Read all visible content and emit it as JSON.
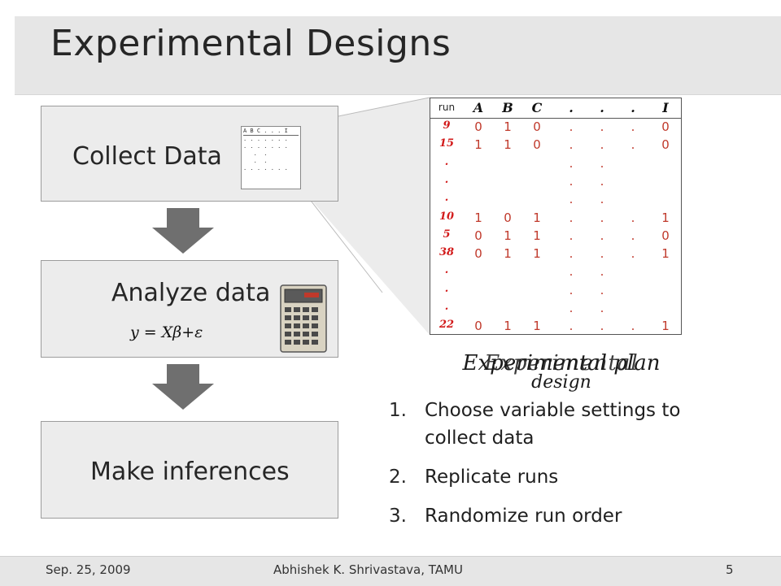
{
  "slide": {
    "title": "Experimental Designs",
    "boxes": {
      "collect": "Collect Data",
      "analyze": "Analyze data",
      "infer": "Make inferences"
    },
    "formula": "y = Xβ+ε",
    "mini_table": {
      "header": "A B C . . . I",
      "rows": [
        ". . . . . . .",
        ". . . . . . .",
        "   .  .",
        "   .  .",
        ". . . . . . ."
      ]
    },
    "design_table": {
      "run_label": "run",
      "columns": [
        "A",
        "B",
        "C",
        ".",
        ".",
        ".",
        "I"
      ],
      "rows": [
        {
          "run": "9",
          "vals": [
            "0",
            "1",
            "0",
            ".",
            ".",
            ".",
            "0"
          ]
        },
        {
          "run": "15",
          "vals": [
            "1",
            "1",
            "0",
            ".",
            ".",
            ".",
            "0"
          ]
        },
        {
          "run": ".",
          "vals": [
            "",
            "",
            "",
            ".",
            ".",
            "",
            ""
          ]
        },
        {
          "run": ".",
          "vals": [
            "",
            "",
            "",
            ".",
            ".",
            "",
            ""
          ]
        },
        {
          "run": ".",
          "vals": [
            "",
            "",
            "",
            ".",
            ".",
            "",
            ""
          ]
        },
        {
          "run": "10",
          "vals": [
            "1",
            "0",
            "1",
            ".",
            ".",
            ".",
            "1"
          ]
        },
        {
          "run": "5",
          "vals": [
            "0",
            "1",
            "1",
            ".",
            ".",
            ".",
            "0"
          ]
        },
        {
          "run": "38",
          "vals": [
            "0",
            "1",
            "1",
            ".",
            ".",
            ".",
            "1"
          ]
        },
        {
          "run": ".",
          "vals": [
            "",
            "",
            "",
            ".",
            ".",
            "",
            ""
          ]
        },
        {
          "run": ".",
          "vals": [
            "",
            "",
            "",
            ".",
            ".",
            "",
            ""
          ]
        },
        {
          "run": ".",
          "vals": [
            "",
            "",
            "",
            ".",
            ".",
            "",
            ""
          ]
        },
        {
          "run": "22",
          "vals": [
            "0",
            "1",
            "1",
            ".",
            ".",
            ".",
            "1"
          ]
        }
      ]
    },
    "caption": {
      "line1_a": "Experimental plan",
      "line1_b": "Experimental",
      "line2": "design"
    },
    "list": [
      {
        "num": "1.",
        "text": "Choose variable settings to collect data"
      },
      {
        "num": "2.",
        "text": "Replicate runs"
      },
      {
        "num": "3.",
        "text": "Randomize run order"
      }
    ],
    "footer": {
      "date": "Sep. 25, 2009",
      "author": "Abhishek K. Shrivastava, TAMU",
      "page": "5"
    },
    "icons": {
      "calculator": "calculator-icon",
      "arrow": "arrow-down-icon"
    }
  }
}
